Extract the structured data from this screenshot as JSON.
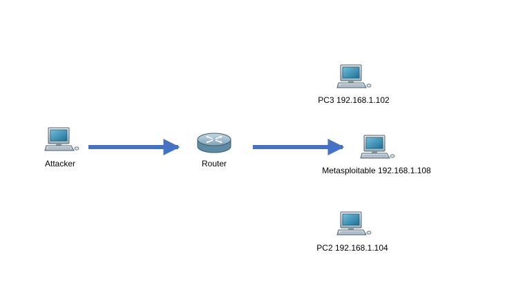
{
  "diagram": {
    "nodes": [
      {
        "id": "attacker",
        "type": "pc",
        "label": "Attacker"
      },
      {
        "id": "router",
        "type": "router",
        "label": "Router"
      },
      {
        "id": "pc3",
        "type": "pc",
        "label": "PC3 192.168.1.102"
      },
      {
        "id": "metasploitable",
        "type": "pc",
        "label": "Metasploitable 192.168.1.108"
      },
      {
        "id": "pc2",
        "type": "pc",
        "label": "PC2 192.168.1.104"
      }
    ],
    "edges": [
      {
        "from": "attacker",
        "to": "router",
        "style": "arrow"
      },
      {
        "from": "router",
        "to": "metasploitable",
        "style": "arrow"
      }
    ]
  },
  "colors": {
    "arrow": "#4472c4",
    "screen": "#3b8fb5",
    "device_body": "#cfd8de",
    "device_dark": "#4d6270",
    "router_top": "#a9c3d3",
    "router_side": "#5f8aa3"
  },
  "icons": {
    "pc": "desktop-pc-icon",
    "router": "router-icon"
  }
}
